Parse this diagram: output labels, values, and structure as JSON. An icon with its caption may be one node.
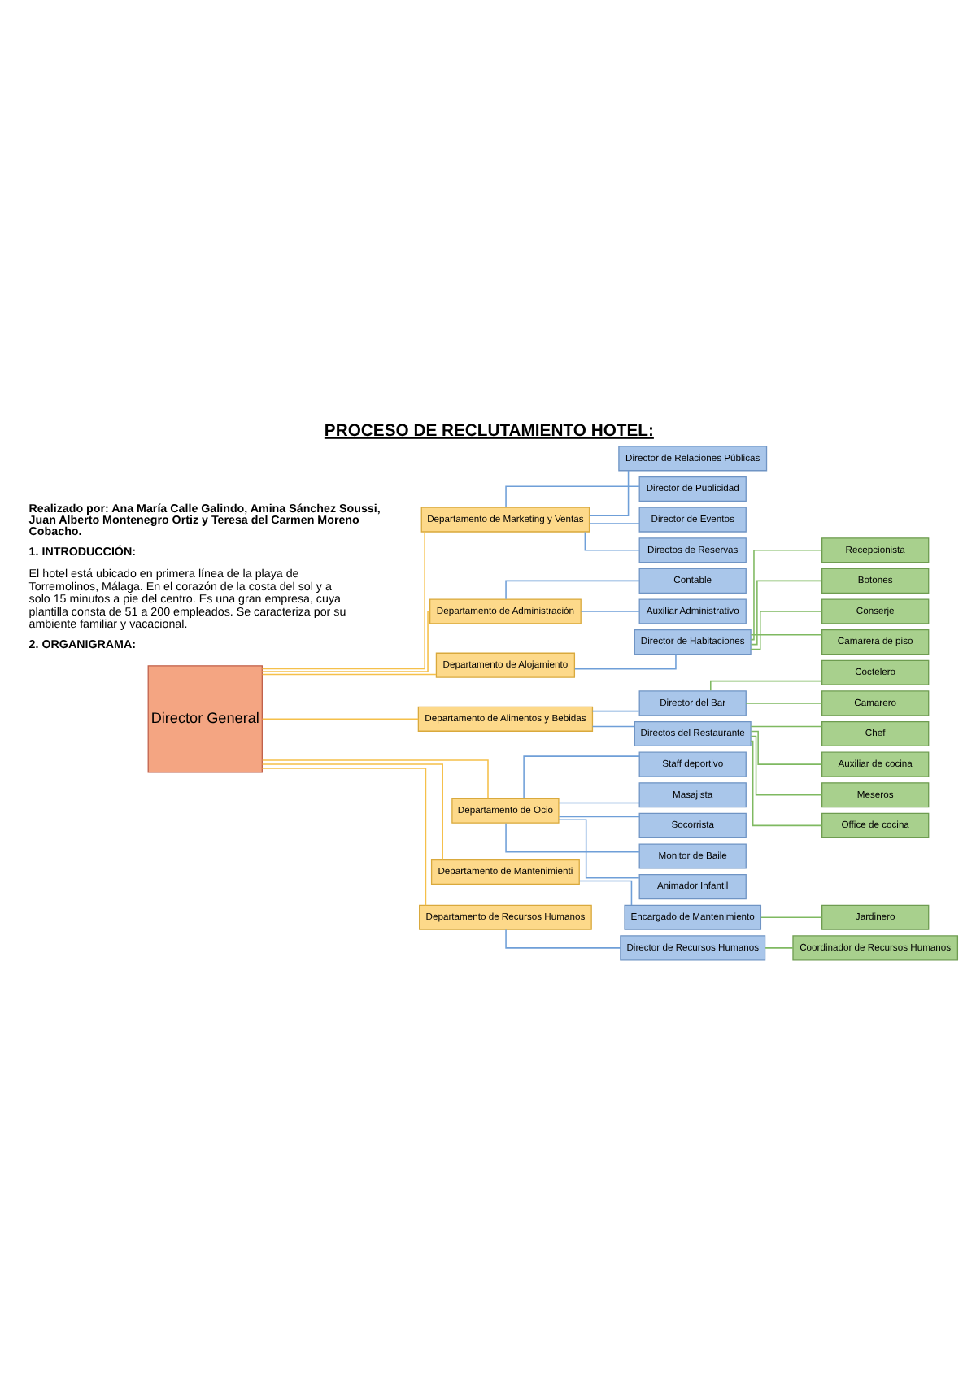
{
  "diagram": {
    "title": "PROCESO DE RECLUTAMIENTO HOTEL:",
    "nodes": [
      {
        "text": [
          "Director General"
        ]
      },
      {
        "text": [
          "Departamento de Marketing y Ventas"
        ]
      },
      {
        "text": [
          "Director de Relaciones Públicas"
        ]
      },
      {
        "text": [
          "Director de Publicidad"
        ]
      },
      {
        "text": [
          "Director de Eventos"
        ]
      },
      {
        "text": [
          "Directos de Reservas"
        ]
      },
      {
        "text": [
          "Departamento de Administración"
        ]
      },
      {
        "text": [
          "Contable"
        ]
      },
      {
        "text": [
          "Auxiliar Administrativo"
        ]
      },
      {
        "text": [
          "Departamento de Alojamiento"
        ]
      },
      {
        "text": [
          "Director de Habitaciones"
        ]
      },
      {
        "text": [
          "Recepcionista"
        ]
      },
      {
        "text": [
          "Botones"
        ]
      },
      {
        "text": [
          "Conserje"
        ]
      },
      {
        "text": [
          "Camarera de piso"
        ]
      },
      {
        "text": [
          "Departamento de Alimentos y Bebidas"
        ]
      },
      {
        "text": [
          "Director del Bar"
        ]
      },
      {
        "text": [
          "Coctelero"
        ]
      },
      {
        "text": [
          "Camarero"
        ]
      },
      {
        "text": [
          "Directos del Restaurante"
        ]
      },
      {
        "text": [
          "Chef"
        ]
      },
      {
        "text": [
          "Auxiliar de cocina"
        ]
      },
      {
        "text": [
          "Meseros"
        ]
      },
      {
        "text": [
          "Office de cocina"
        ]
      },
      {
        "text": [
          "Departamento de Ocio"
        ]
      },
      {
        "text": [
          "Staff deportivo"
        ]
      },
      {
        "text": [
          "Masajista"
        ]
      },
      {
        "text": [
          "Socorrista"
        ]
      },
      {
        "text": [
          "Monitor de Baile"
        ]
      },
      {
        "text": [
          "Animador Infantil"
        ]
      },
      {
        "text": [
          "Departamento de Mantenimienti"
        ]
      },
      {
        "text": [
          "Encargado de Mantenimiento"
        ]
      },
      {
        "text": [
          "Jardinero"
        ]
      },
      {
        "text": [
          "Departamento de Recursos Humanos"
        ]
      },
      {
        "text": [
          "Director de Recursos Humanos"
        ]
      },
      {
        "text": [
          "Coordinador de Recursos Humanos"
        ]
      }
    ],
    "edges": [
      {
        "from": 0,
        "to": 1,
        "arrow": "none",
        "color": "#f5c04a"
      },
      {
        "from": 1,
        "to": 2,
        "arrow": "none"
      },
      {
        "from": 1,
        "to": 3,
        "arrow": "none"
      },
      {
        "from": 1,
        "to": 4,
        "arrow": "none"
      },
      {
        "from": 1,
        "to": 5,
        "arrow": "none"
      },
      {
        "from": 0,
        "to": 6,
        "arrow": "none",
        "color": "#f5c04a"
      },
      {
        "from": 6,
        "to": 7,
        "arrow": "none"
      },
      {
        "from": 6,
        "to": 8,
        "arrow": "none"
      },
      {
        "from": 0,
        "to": 9,
        "arrow": "none",
        "color": "#f5c04a"
      },
      {
        "from": 9,
        "to": 10,
        "arrow": "none"
      },
      {
        "from": 10,
        "to": 11,
        "arrow": "none",
        "color": "#7fb961"
      },
      {
        "from": 10,
        "to": 12,
        "arrow": "none",
        "color": "#7fb961"
      },
      {
        "from": 10,
        "to": 13,
        "arrow": "none",
        "color": "#7fb961"
      },
      {
        "from": 10,
        "to": 14,
        "arrow": "none",
        "color": "#7fb961"
      },
      {
        "from": 0,
        "to": 15,
        "arrow": "none",
        "color": "#f5c04a"
      },
      {
        "from": 15,
        "to": 16,
        "arrow": "none"
      },
      {
        "from": 16,
        "to": 17,
        "arrow": "none",
        "color": "#7fb961"
      },
      {
        "from": 16,
        "to": 18,
        "arrow": "none",
        "color": "#7fb961"
      },
      {
        "from": 15,
        "to": 19,
        "arrow": "none"
      },
      {
        "from": 19,
        "to": 20,
        "arrow": "none",
        "color": "#7fb961"
      },
      {
        "from": 19,
        "to": 21,
        "arrow": "none",
        "color": "#7fb961"
      },
      {
        "from": 19,
        "to": 22,
        "arrow": "none",
        "color": "#7fb961"
      },
      {
        "from": 19,
        "to": 23,
        "arrow": "none",
        "color": "#7fb961"
      },
      {
        "from": 0,
        "to": 24,
        "arrow": "none",
        "color": "#f5c04a"
      },
      {
        "from": 24,
        "to": 25,
        "arrow": "none"
      },
      {
        "from": 24,
        "to": 26,
        "arrow": "none"
      },
      {
        "from": 24,
        "to": 27,
        "arrow": "none"
      },
      {
        "from": 24,
        "to": 28,
        "arrow": "none"
      },
      {
        "from": 24,
        "to": 29,
        "arrow": "none"
      },
      {
        "from": 0,
        "to": 30,
        "arrow": "none",
        "color": "#f5c04a"
      },
      {
        "from": 30,
        "to": 31,
        "arrow": "none"
      },
      {
        "from": 31,
        "to": 32,
        "arrow": "none",
        "color": "#7fb961"
      },
      {
        "from": 0,
        "to": 33,
        "arrow": "none",
        "color": "#f5c04a"
      },
      {
        "from": 33,
        "to": 34,
        "arrow": "none"
      },
      {
        "from": 34,
        "to": 35,
        "arrow": "none",
        "color": "#7fb961"
      }
    ],
    "labels": [
      "Realizado por: Ana María Calle Galindo, Amina Sánchez Soussi, Juan Alberto Montenegro Ortiz y Teresa del Carmen Moreno Cobacho.",
      "1. INTRODUCCIÓN:",
      "El hotel está ubicado en primera línea de la playa de Torremolinos, Málaga. En el corazón de la costa del sol y a solo 15 minutos a pie del centro. Es una gran empresa, cuya plantilla consta de 51 a 200 empleados. Se caracteriza por su ambiente familiar y vacacional.",
      "2. ORGANIGRAMA:"
    ]
  }
}
